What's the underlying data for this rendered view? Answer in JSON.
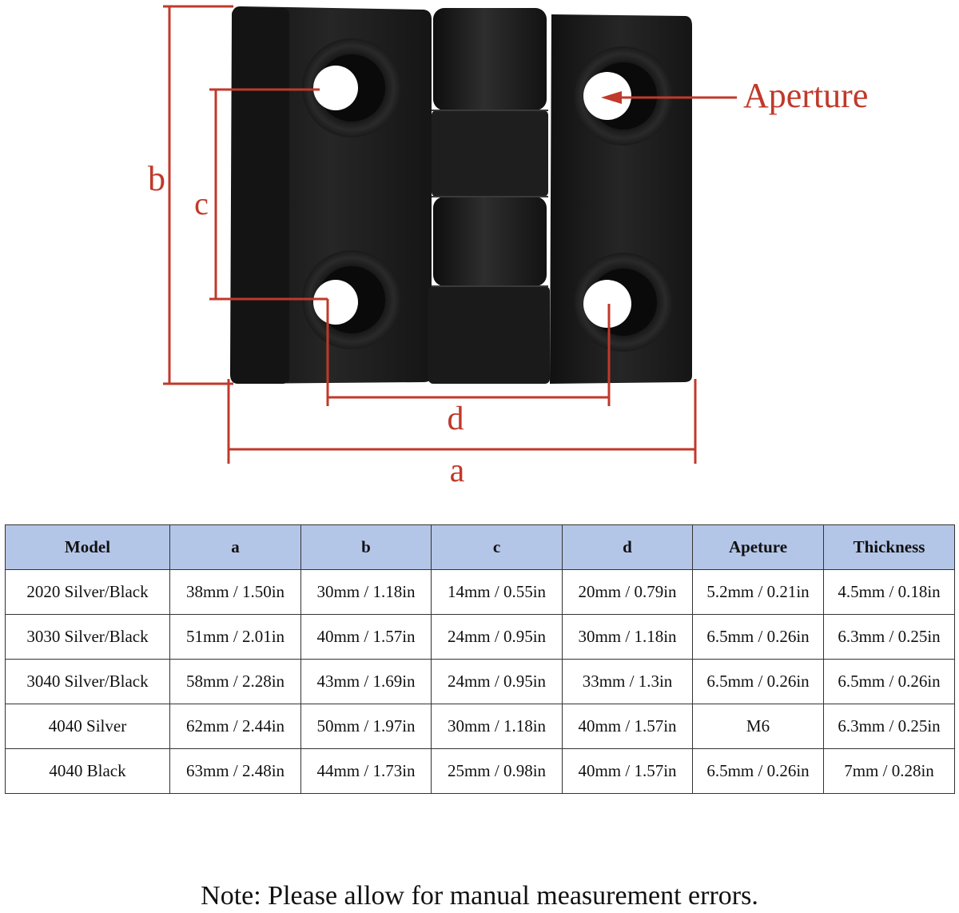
{
  "labels": {
    "a": "a",
    "b": "b",
    "c": "c",
    "d": "d",
    "aperture": "Aperture"
  },
  "colors": {
    "dimension_line": "#c0392b",
    "hinge_body": "#1c1c1c",
    "table_header_bg": "#b4c6e7"
  },
  "table": {
    "headers": [
      "Model",
      "a",
      "b",
      "c",
      "d",
      "Apeture",
      "Thickness"
    ],
    "rows": [
      [
        "2020 Silver/Black",
        "38mm / 1.50in",
        "30mm / 1.18in",
        "14mm / 0.55in",
        "20mm / 0.79in",
        "5.2mm / 0.21in",
        "4.5mm / 0.18in"
      ],
      [
        "3030 Silver/Black",
        "51mm / 2.01in",
        "40mm / 1.57in",
        "24mm / 0.95in",
        "30mm / 1.18in",
        "6.5mm / 0.26in",
        "6.3mm / 0.25in"
      ],
      [
        "3040 Silver/Black",
        "58mm / 2.28in",
        "43mm / 1.69in",
        "24mm / 0.95in",
        "33mm / 1.3in",
        "6.5mm / 0.26in",
        "6.5mm / 0.26in"
      ],
      [
        "4040 Silver",
        "62mm / 2.44in",
        "50mm / 1.97in",
        "30mm / 1.18in",
        "40mm / 1.57in",
        "M6",
        "6.3mm / 0.25in"
      ],
      [
        "4040 Black",
        "63mm / 2.48in",
        "44mm / 1.73in",
        "25mm / 0.98in",
        "40mm / 1.57in",
        "6.5mm / 0.26in",
        "7mm / 0.28in"
      ]
    ]
  },
  "note": "Note: Please allow for manual measurement errors."
}
